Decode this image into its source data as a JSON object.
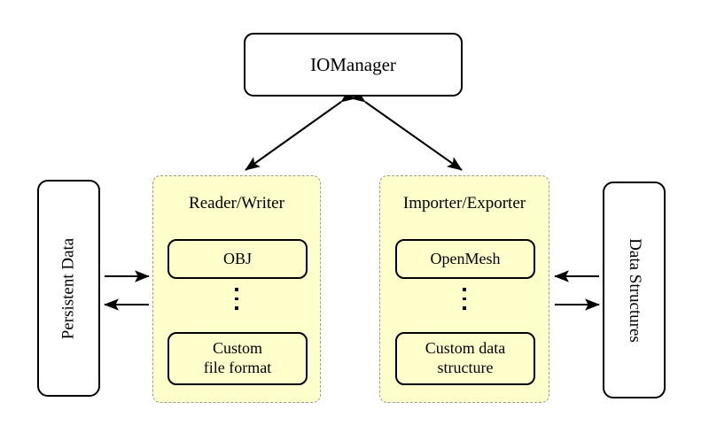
{
  "diagram": {
    "title_node": {
      "label": "IOManager"
    },
    "panels": [
      {
        "name": "reader-writer",
        "title": "Reader/Writer",
        "top_item": "OBJ",
        "ellipsis": "⋮",
        "bottom_item_line1": "Custom",
        "bottom_item_line2": "file format"
      },
      {
        "name": "importer-exporter",
        "title": "Importer/Exporter",
        "top_item": "OpenMesh",
        "ellipsis": "⋮",
        "bottom_item_line1": "Custom data",
        "bottom_item_line2": "structure"
      }
    ],
    "side_nodes": {
      "left": "Persistent Data",
      "right": "Data Structures"
    },
    "connections": [
      {
        "name": "iomanager-to-reader-writer",
        "kind": "double-arrow",
        "from": "IOManager",
        "to": "Reader/Writer"
      },
      {
        "name": "iomanager-to-importer-exporter",
        "kind": "double-arrow",
        "from": "IOManager",
        "to": "Importer/Exporter"
      },
      {
        "name": "persistent-data-to-reader-writer",
        "kind": "arrow-right",
        "from": "Persistent Data",
        "to": "Reader/Writer"
      },
      {
        "name": "reader-writer-to-persistent-data",
        "kind": "arrow-left",
        "from": "Reader/Writer",
        "to": "Persistent Data"
      },
      {
        "name": "data-structures-to-importer-exporter",
        "kind": "arrow-left",
        "from": "Data Structures",
        "to": "Importer/Exporter"
      },
      {
        "name": "importer-exporter-to-data-structures",
        "kind": "arrow-right",
        "from": "Importer/Exporter",
        "to": "Data Structures"
      }
    ],
    "colors": {
      "panel_fill": "#ffffcc",
      "panel_border": "#9a9a9a",
      "stroke": "#000000",
      "background": "#ffffff"
    }
  }
}
